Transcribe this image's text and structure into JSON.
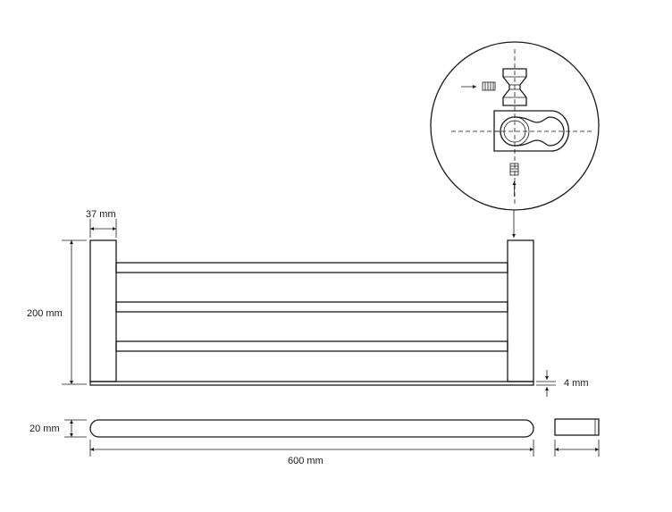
{
  "dimensions": {
    "width_label": "37 mm",
    "height_label": "200 mm",
    "depth_label": "20 mm",
    "length_label": "600 mm",
    "thickness_label": "4 mm"
  },
  "colors": {
    "line": "#1a1a1a",
    "background": "#ffffff"
  }
}
